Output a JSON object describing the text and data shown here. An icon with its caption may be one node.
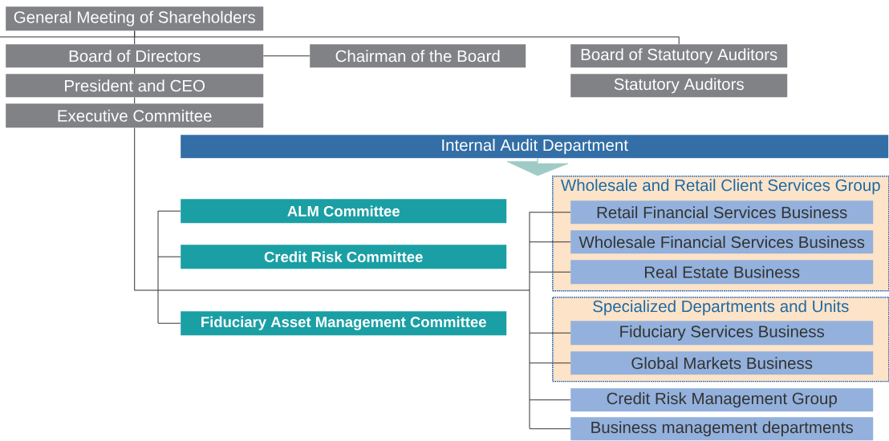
{
  "diagram": {
    "nodes": [
      {
        "text": [
          "General Meeting of Shareholders"
        ]
      },
      {
        "text": [
          "Board of Directors"
        ]
      },
      {
        "text": [
          "Chairman of the Board"
        ]
      },
      {
        "text": [
          "Board of Statutory Auditors"
        ]
      },
      {
        "text": [
          "President and CEO"
        ]
      },
      {
        "text": [
          "Statutory Auditors"
        ]
      },
      {
        "text": [
          "Executive Committee"
        ]
      },
      {
        "text": [
          "Internal Audit Department"
        ]
      },
      {
        "text": [
          "ALM Committee"
        ]
      },
      {
        "text": [
          "Credit Risk Committee"
        ]
      },
      {
        "text": [
          "Fiduciary Asset Management Committee"
        ]
      },
      {
        "text": [
          "Wholesale and Retail Client Services Group"
        ]
      },
      {
        "text": [
          "Retail Financial Services Business"
        ],
        "in": 11
      },
      {
        "text": [
          "Wholesale Financial Services Business"
        ],
        "in": 11
      },
      {
        "text": [
          "Real Estate Business"
        ],
        "in": 11
      },
      {
        "text": [
          "Specialized Departments and Units"
        ]
      },
      {
        "text": [
          "Fiduciary Services Business"
        ],
        "in": 15
      },
      {
        "text": [
          "Global Markets Business"
        ],
        "in": 15
      },
      {
        "text": [
          "Credit Risk Management Group"
        ]
      },
      {
        "text": [
          "Business management departments"
        ]
      }
    ],
    "edges": [
      {
        "from": 0,
        "to": 1,
        "arrow": "none"
      },
      {
        "from": 0,
        "to": 3,
        "arrow": "none"
      },
      {
        "from": 1,
        "to": 2,
        "arrow": "none"
      },
      {
        "from": 1,
        "to": 4,
        "arrow": "none"
      },
      {
        "from": 4,
        "to": 6,
        "arrow": "none"
      },
      {
        "from": 6,
        "to": 8,
        "arrow": "none"
      },
      {
        "from": 6,
        "to": 9,
        "arrow": "none"
      },
      {
        "from": 6,
        "to": 10,
        "arrow": "none"
      },
      {
        "from": 6,
        "to": 12,
        "arrow": "none"
      },
      {
        "from": 6,
        "to": 13,
        "arrow": "none"
      },
      {
        "from": 6,
        "to": 14,
        "arrow": "none"
      },
      {
        "from": 6,
        "to": 16,
        "arrow": "none"
      },
      {
        "from": 6,
        "to": 17,
        "arrow": "none"
      },
      {
        "from": 6,
        "to": 18,
        "arrow": "none"
      },
      {
        "from": 6,
        "to": 19,
        "arrow": "none"
      },
      {
        "from": 7,
        "to": 11,
        "arrow": "to",
        "color": "#9fcbc6"
      }
    ]
  }
}
